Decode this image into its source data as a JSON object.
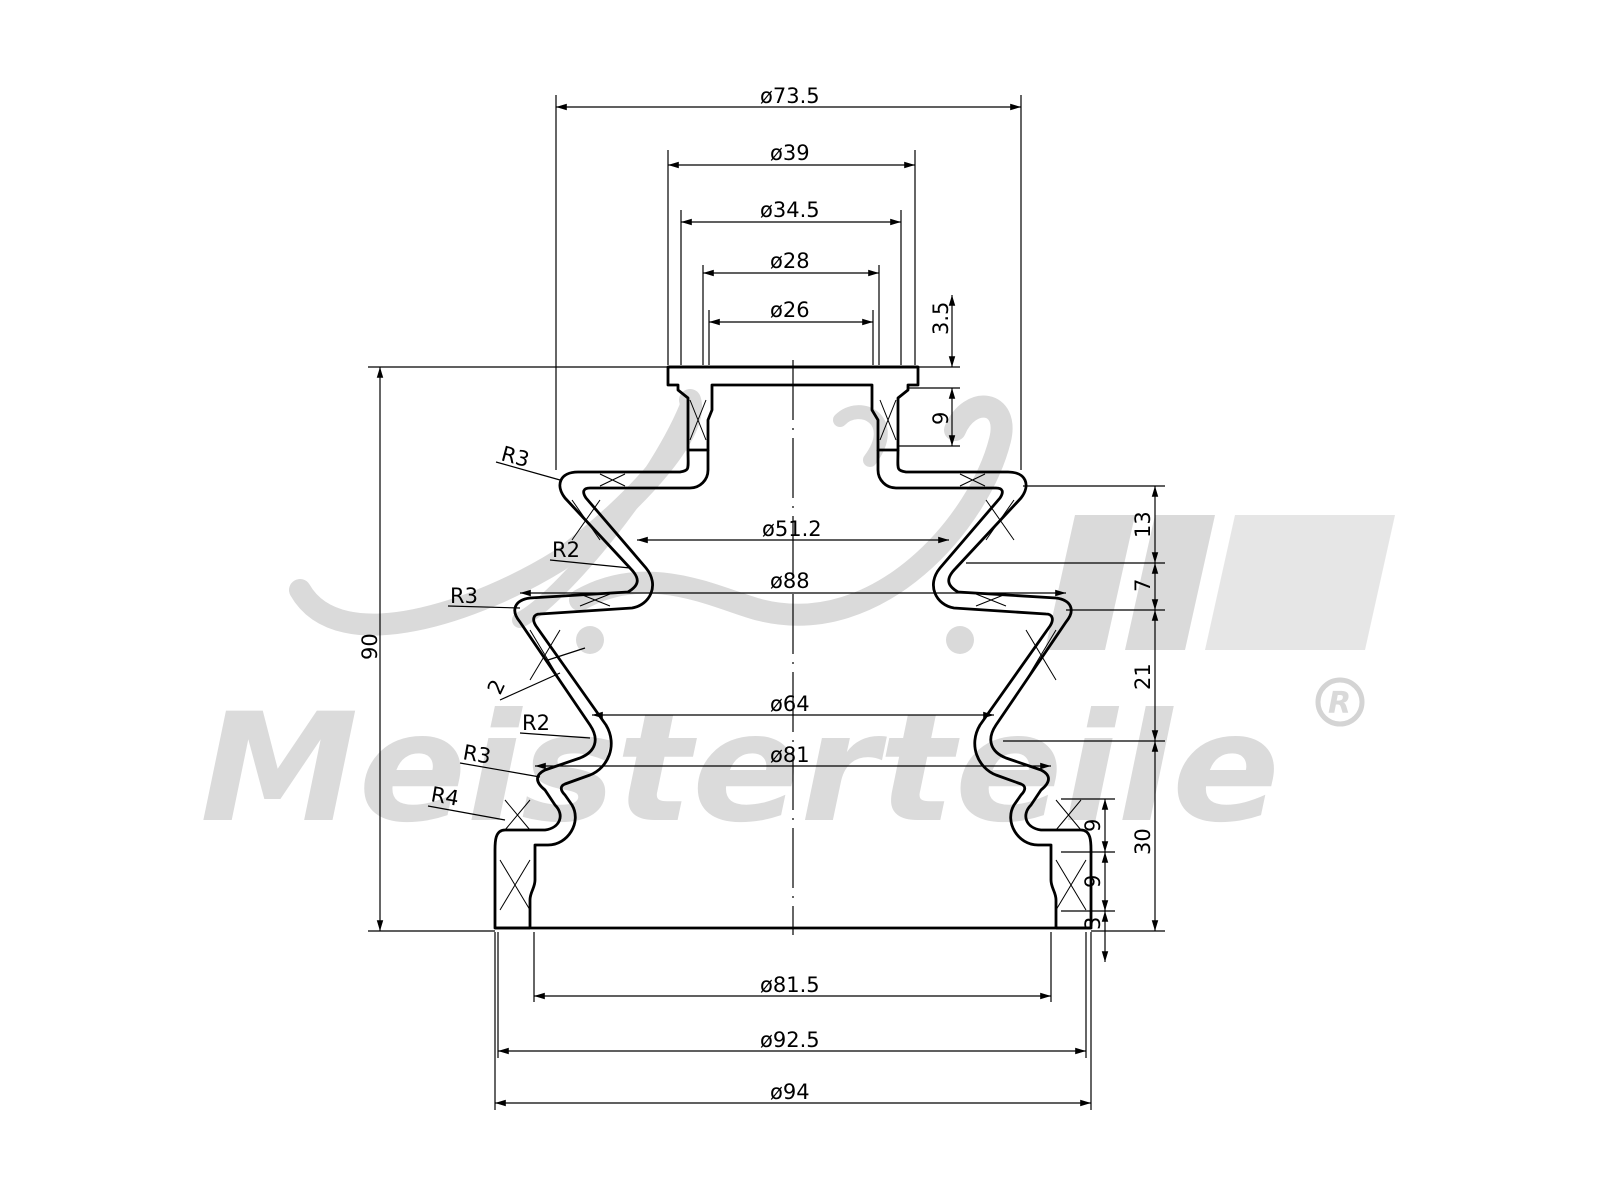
{
  "watermark": {
    "brand": "Meisterteile",
    "registered_mark": "R"
  },
  "dimensions": {
    "diameters": [
      {
        "id": "d73_5",
        "label": "ø73.5"
      },
      {
        "id": "d39",
        "label": "ø39"
      },
      {
        "id": "d34_5",
        "label": "ø34.5"
      },
      {
        "id": "d28",
        "label": "ø28"
      },
      {
        "id": "d26",
        "label": "ø26"
      },
      {
        "id": "d51_2",
        "label": "ø51.2"
      },
      {
        "id": "d88",
        "label": "ø88"
      },
      {
        "id": "d64",
        "label": "ø64"
      },
      {
        "id": "d81",
        "label": "ø81"
      },
      {
        "id": "d81_5",
        "label": "ø81.5"
      },
      {
        "id": "d92_5",
        "label": "ø92.5"
      },
      {
        "id": "d94",
        "label": "ø94"
      }
    ],
    "radii": [
      {
        "id": "r3_top",
        "label": "R3"
      },
      {
        "id": "r2_upper",
        "label": "R2"
      },
      {
        "id": "r3_mid",
        "label": "R3"
      },
      {
        "id": "r2_lower",
        "label": "R2"
      },
      {
        "id": "r3_low",
        "label": "R3"
      },
      {
        "id": "r4",
        "label": "R4"
      }
    ],
    "thickness": {
      "label": "2"
    },
    "heights": [
      {
        "id": "h3_5",
        "label": "3.5"
      },
      {
        "id": "h9_top",
        "label": "9"
      },
      {
        "id": "h90",
        "label": "90"
      },
      {
        "id": "h13",
        "label": "13"
      },
      {
        "id": "h7",
        "label": "7"
      },
      {
        "id": "h21",
        "label": "21"
      },
      {
        "id": "h30",
        "label": "30"
      },
      {
        "id": "h9_a",
        "label": "9"
      },
      {
        "id": "h9_b",
        "label": "9"
      },
      {
        "id": "h3",
        "label": "3"
      }
    ]
  }
}
